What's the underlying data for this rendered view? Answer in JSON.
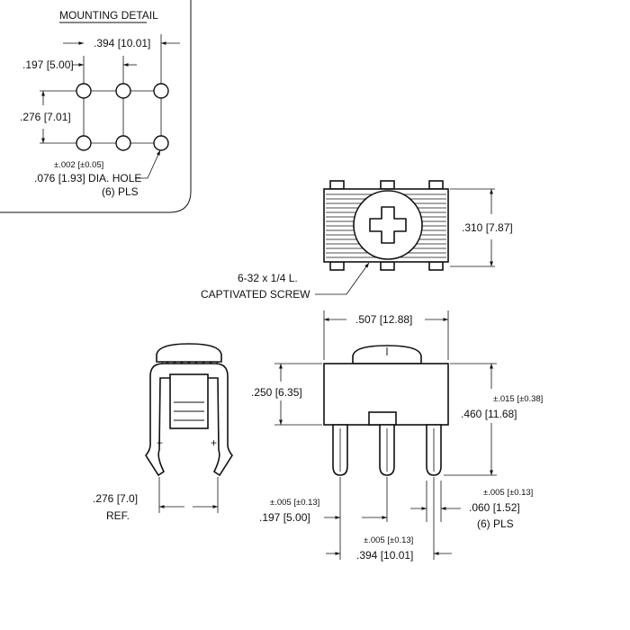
{
  "mounting_detail": {
    "title": "MOUNTING DETAIL",
    "dim_top": ".394 [10.01]",
    "dim_left": ".197 [5.00]",
    "dim_vertical": ".276 [7.01]",
    "hole_tol": "±.002 [±0.05]",
    "hole_dia": ".076 [1.93] DIA. HOLE",
    "hole_count": "(6) PLS"
  },
  "top_view": {
    "height_dim": ".310 [7.87]",
    "screw_line1": "6-32 x 1/4 L.",
    "screw_line2": "CAPTIVATED SCREW"
  },
  "front_view": {
    "width_dim": ".507 [12.88]",
    "body_height_dim": ".250 [6.35]",
    "overall_height_tol": "±.015 [±0.38]",
    "overall_height_dim": ".460 [11.68]",
    "pin_dia_tol": "±.005 [±0.13]",
    "pin_dia_dim": ".060 [1.52]",
    "pin_dia_count": "(6) PLS",
    "pitch_tol": "±.005 [±0.13]",
    "pitch_dim": ".197 [5.00]",
    "span_tol": "±.005 [±0.13]",
    "span_dim": ".394 [10.01]"
  },
  "side_view": {
    "ref_dim": ".276 [7.0]",
    "ref_label": "REF."
  }
}
